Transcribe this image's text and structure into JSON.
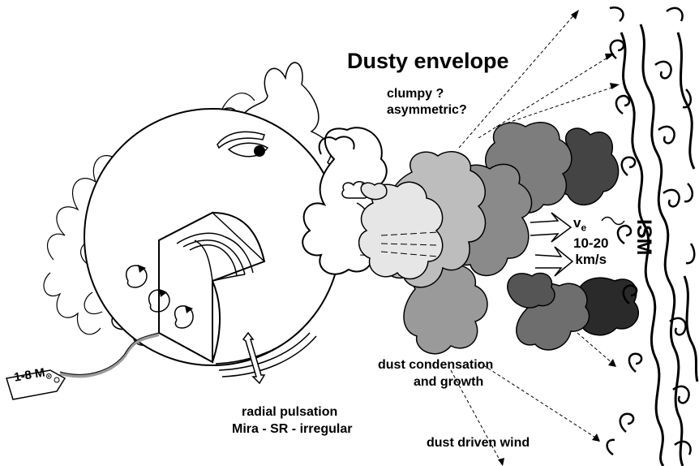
{
  "title": "Dusty envelope",
  "envelope_notes": [
    "clumpy ?",
    "asymmetric?"
  ],
  "velocity": {
    "symbol": "v",
    "subscript": "e",
    "tilde": "~",
    "range": "10-20",
    "unit": "km/s"
  },
  "ism_label": "ISM",
  "dust_condensation": [
    "dust condensation",
    "and growth"
  ],
  "pulsation": [
    "radial pulsation",
    "Mira - SR - irregular"
  ],
  "wind_label": "dust driven wind",
  "mass_tag": {
    "prefix": "1-8 M",
    "sun_symbol": "⊙"
  },
  "colors": {
    "ink": "#000000",
    "clump_light": "#e6e6e6",
    "clump_mid": "#bdbdbd",
    "clump_dark": "#8a8a8a",
    "clump_darker": "#555555",
    "clump_darkest": "#2a2a2a",
    "cord": "#9a9a9a"
  }
}
